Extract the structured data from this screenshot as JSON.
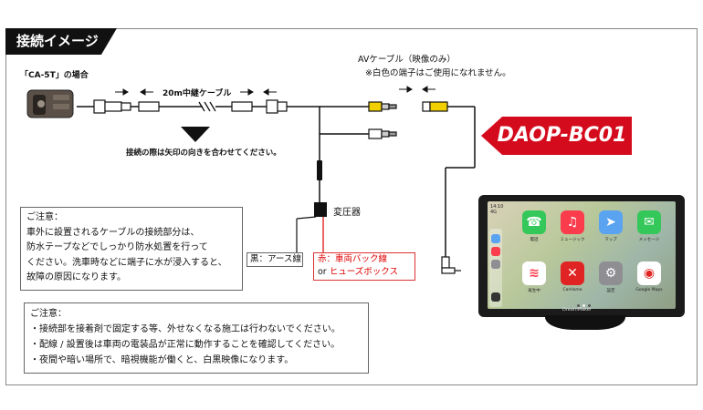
{
  "header": {
    "title": "接続イメージ"
  },
  "camera": {
    "label": "「CA-5T」の場合"
  },
  "cable": {
    "label": "20m中継ケーブル"
  },
  "arrow_note": {
    "text": "接続の際は矢印の向きを合わせてください。"
  },
  "av_cable": {
    "label": "AVケーブル（映像のみ）",
    "note": "※白色の端子はご使用になれません。"
  },
  "transformer": {
    "label": "変圧器"
  },
  "wires": {
    "black": "黒：アース線",
    "red_line1": "赤：車両バック線",
    "red_or": "or",
    "red_line2": "ヒューズボックス"
  },
  "product": {
    "badge": "DAOP-BC01",
    "brand": "DreamMaker"
  },
  "screen": {
    "time": "14:10",
    "signal": "4G",
    "apps": [
      {
        "label": "電話",
        "icon": "phone-icon",
        "color": "#34c759"
      },
      {
        "label": "ミュージック",
        "icon": "music-icon",
        "color": "#fa3c4c"
      },
      {
        "label": "マップ",
        "icon": "maps-icon",
        "color": "#5aa3f0"
      },
      {
        "label": "メッセージ",
        "icon": "message-icon",
        "color": "#34c759"
      },
      {
        "label": "再生中",
        "icon": "now-playing-icon",
        "color": "#ffffff"
      },
      {
        "label": "CarHome",
        "icon": "carhome-icon",
        "color": "#e02424"
      },
      {
        "label": "設定",
        "icon": "settings-icon",
        "color": "#8e8e93"
      },
      {
        "label": "Google Maps",
        "icon": "google-maps-icon",
        "color": "#ffffff"
      }
    ]
  },
  "notes": {
    "note1": {
      "heading": "ご注意：",
      "lines": [
        "車外に設置されるケーブルの接続部分は、",
        "防水テープなどでしっかり防水処置を行って",
        "ください。洗車時などに端子に水が浸入すると、",
        "故障の原因になります。"
      ]
    },
    "note2": {
      "heading": "ご注意：",
      "lines": [
        "・接続部を接着剤で固定する等、外せなくなる施工は行わないでください。",
        "・配線 / 設置後は車両の電装品が正常に動作することを確認してください。",
        "・夜間や暗い場所で、暗視機能が働くと、白黒映像になります。"
      ]
    }
  }
}
